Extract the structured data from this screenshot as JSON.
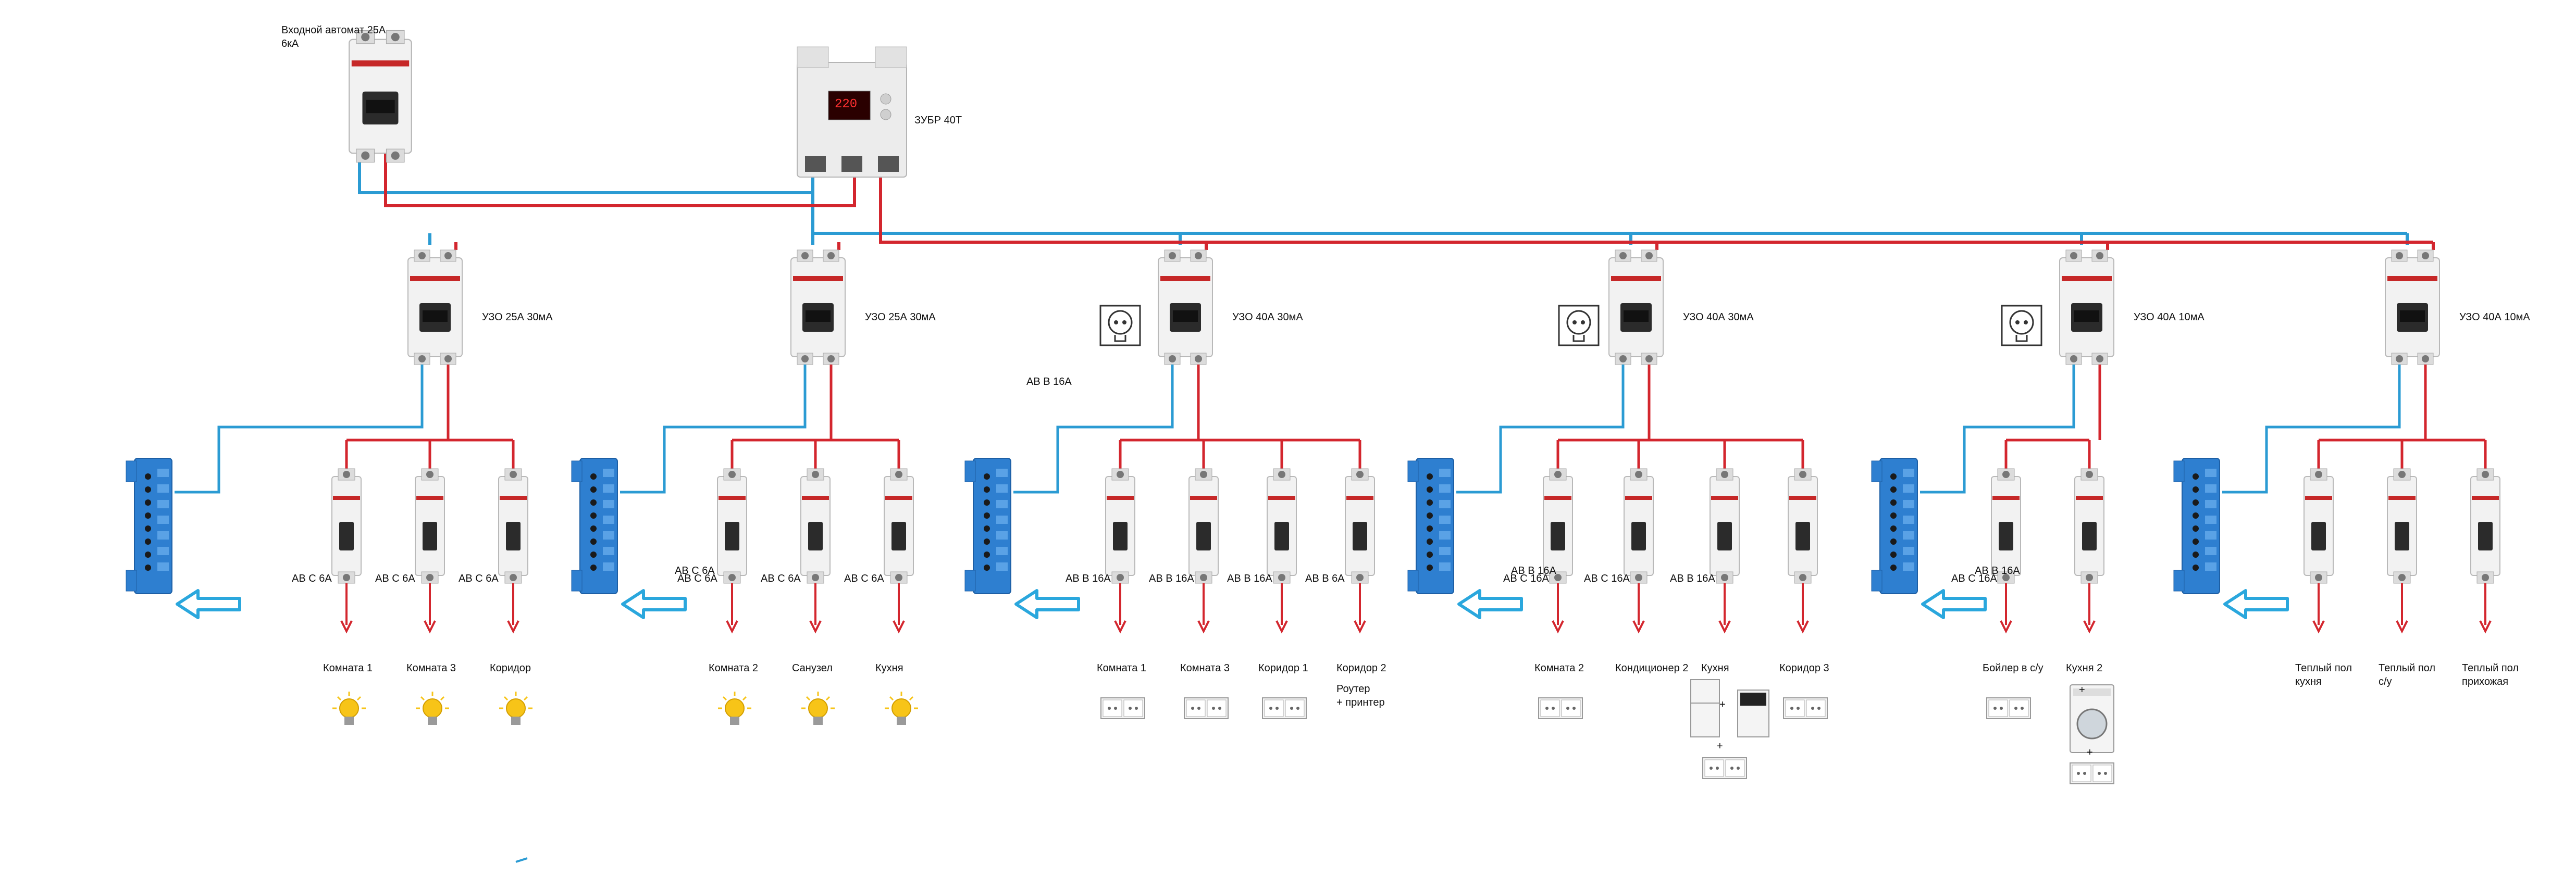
{
  "main_breaker": {
    "label": "Входной автомат 25А\n6кА"
  },
  "relay": {
    "label": "ЗУБР 40Т",
    "display": "220"
  },
  "groups": [
    {
      "rcd_label": "УЗО 25А 30мА",
      "breakers": [
        {
          "rating": "АВ С 6А",
          "load": "Комната 1",
          "device": "lamp"
        },
        {
          "rating": "АВ С 6А",
          "load": "Комната 3",
          "device": "lamp"
        },
        {
          "rating": "АВ С 6А",
          "load": "Коридор",
          "device": "lamp"
        }
      ]
    },
    {
      "rcd_label": "УЗО 25А 30мА",
      "bus_label": "АВ С 6А",
      "breakers": [
        {
          "rating": "АВ С 6А",
          "load": "Комната 2",
          "device": "lamp"
        },
        {
          "rating": "АВ С 6А",
          "load": "Санузел",
          "device": "lamp"
        },
        {
          "rating": "АВ С 6А",
          "load": "Кухня",
          "device": "lamp"
        }
      ]
    },
    {
      "rcd_label": "УЗО 40А 30мА",
      "side_label": "АВ В 16А",
      "breakers": [
        {
          "rating": "АВ В 16А",
          "load": "Комната 1",
          "device": "socket"
        },
        {
          "rating": "АВ В 16А",
          "load": "Комната 3",
          "device": "socket"
        },
        {
          "rating": "АВ В 16А",
          "load": "Коридор 1",
          "device": "socket"
        },
        {
          "rating": "АВ В 6А",
          "load": "Коридор 2",
          "load2": "Роутер\n+ принтер",
          "device": "none"
        }
      ]
    },
    {
      "rcd_label": "УЗО 40А 30мА",
      "bus_label": "АВ В 16А",
      "breakers": [
        {
          "rating": "АВ С 16А",
          "load": "Комната 2",
          "device": "socket"
        },
        {
          "rating": "АВ С 16А",
          "load": "Кондиционер 2",
          "device": "none"
        },
        {
          "rating": "АВ В 16А",
          "load": "Кухня",
          "device": "fridge"
        },
        {
          "rating": "",
          "load": "Коридор 3",
          "device": "socket"
        }
      ]
    },
    {
      "rcd_label": "УЗО 40А 10мА",
      "bus_label": "АВ В 16А",
      "breakers": [
        {
          "rating": "АВ С 16А",
          "load": "Бойлер в с/у",
          "device": "socket"
        },
        {
          "rating": "",
          "load": "Кухня 2",
          "device": "washer"
        }
      ]
    },
    {
      "rcd_label": "УЗО 40А 10мА",
      "breakers": [
        {
          "rating": "",
          "load": "Теплый пол\nкухня",
          "device": "none"
        },
        {
          "rating": "",
          "load": "Теплый пол\nс/у",
          "device": "none"
        },
        {
          "rating": "",
          "load": "Теплый пол\nприхожая",
          "device": "none"
        }
      ]
    }
  ],
  "misc": {
    "plus": "+",
    "fridge_extra": "АВ В 16А"
  },
  "colors": {
    "phase": "#d3262e",
    "neutral": "#2b9bd3",
    "bus": "#2e7fd0",
    "arrow": "#2aa7dd",
    "load_arrow": "#d3262e",
    "lamp": "#f7c418"
  },
  "icons": {
    "socket_wall": "socket-icon",
    "lamp": "lamp-icon",
    "outlet_block": "outlet-icon",
    "fridge": "fridge-icon",
    "washer": "washer-icon",
    "busbar": "busbar-icon"
  }
}
